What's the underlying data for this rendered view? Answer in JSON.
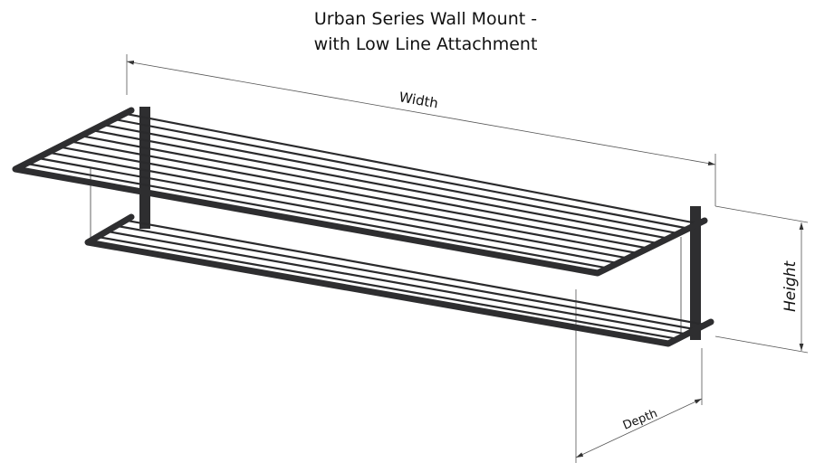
{
  "title": {
    "line1": "Urban Series Wall Mount -",
    "line2": "with Low Line Attachment"
  },
  "dimensions": {
    "width": "Width",
    "height": "Height",
    "depth": "Depth"
  },
  "colors": {
    "rack": "#2e2e30",
    "dimension_line": "#555555"
  }
}
